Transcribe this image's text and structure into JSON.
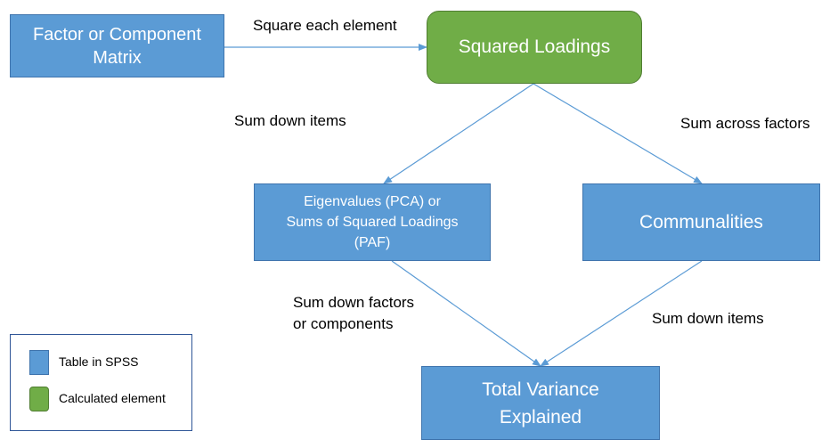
{
  "colors": {
    "table": "#5b9bd5",
    "calculated": "#70ad47",
    "edge": "#5b9bd5"
  },
  "nodes": {
    "matrix": [
      "Factor or Component",
      "Matrix"
    ],
    "squared": [
      "Squared Loadings"
    ],
    "eigen": [
      "Eigenvalues (PCA) or",
      "Sums of Squared Loadings",
      "(PAF)"
    ],
    "communalities": [
      "Communalities"
    ],
    "total": [
      "Total Variance",
      "Explained"
    ]
  },
  "edge_labels": {
    "square_each": "Square each element",
    "sum_down_items_left": "Sum down items",
    "sum_across_factors": "Sum across factors",
    "sum_down_factors": [
      "Sum down factors",
      "or components"
    ],
    "sum_down_items_right": "Sum down items"
  },
  "legend": {
    "table_label": "Table in SPSS",
    "calculated_label": "Calculated element"
  }
}
